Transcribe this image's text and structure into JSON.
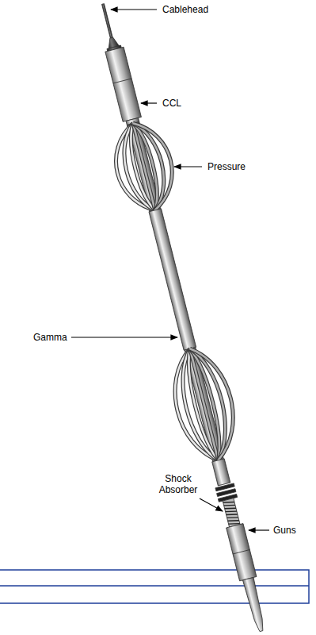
{
  "diagram": {
    "labels": [
      "Cablehead",
      "CCL",
      "Pressure",
      "Gamma",
      "Shock Absorber",
      "Guns"
    ]
  }
}
